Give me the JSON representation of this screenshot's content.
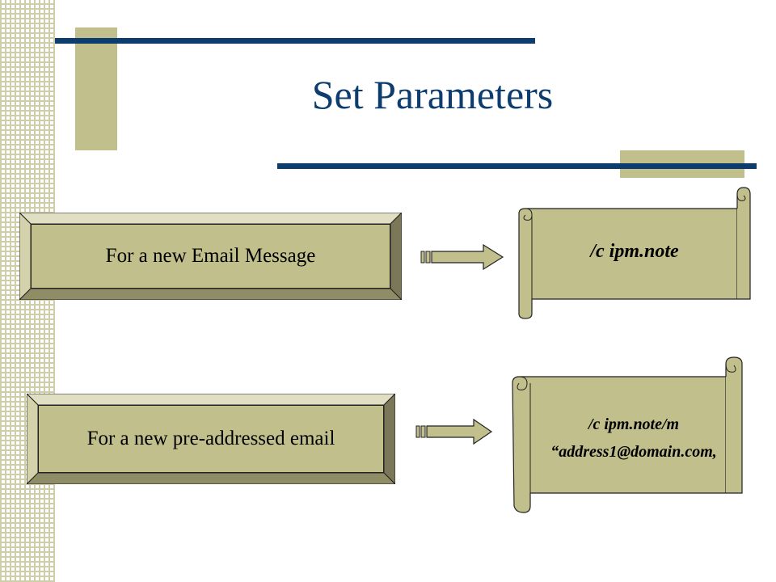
{
  "slide": {
    "title": "Set Parameters",
    "rows": [
      {
        "label": "For a new Email Message",
        "scroll_lines": [
          "/c ipm.note"
        ]
      },
      {
        "label": "For a new pre-addressed email",
        "scroll_lines": [
          "/c ipm.note/m",
          "“address1@domain.com,"
        ]
      }
    ]
  },
  "colors": {
    "accent": "#0d3c6e",
    "olive": "#c1bf8c"
  },
  "icons": [
    "right-arrow-icon",
    "scroll-icon"
  ]
}
